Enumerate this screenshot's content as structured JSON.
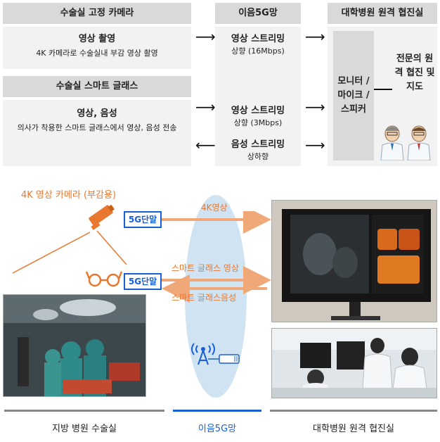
{
  "top": {
    "camera_box": {
      "header": "수술실 고정 카메라",
      "title": "영상 촬영",
      "desc": "4K 카메라로 수술실내 부감 영상 촬영"
    },
    "glasses_box": {
      "header": "수술실 스마트 글래스",
      "title": "영상, 음성",
      "desc": "의사가 착용한 스마트 글래스에서 영상, 음성 전송"
    },
    "network_col": {
      "header": "이음5G망",
      "item1_title": "영상 스트리밍",
      "item1_desc": "상향 (16Mbps)",
      "item2_title": "영상 스트리밍",
      "item2_desc": "상향 (3Mbps)",
      "item3_title": "음성 스트리밍",
      "item3_desc": "상하향"
    },
    "hospital_col": {
      "header": "대학병원 원격 협진실",
      "device_label": "모니터 /마이크 /스피커",
      "service_label": "전문의 원격 협진 및 지도"
    }
  },
  "bottom": {
    "camera_label": "4K 영상 카메라 (부감용)",
    "terminal_label_1": "5G단말",
    "terminal_label_2": "5G단말",
    "flow_4k": "4K영상",
    "flow_glass_video": "스마트 글래스 영상",
    "flow_glass_audio": "스마트 글래스음성"
  },
  "footer": {
    "left": "지방 병원 수술실",
    "middle": "이음5G망",
    "right": "대학병원 원격 협진실"
  },
  "colors": {
    "orange": "#e87830",
    "blue": "#1a5fd6",
    "ellipse": "#cfe3f2",
    "gray_header": "#d9d9d9",
    "gray_body": "#f2f2f2"
  }
}
